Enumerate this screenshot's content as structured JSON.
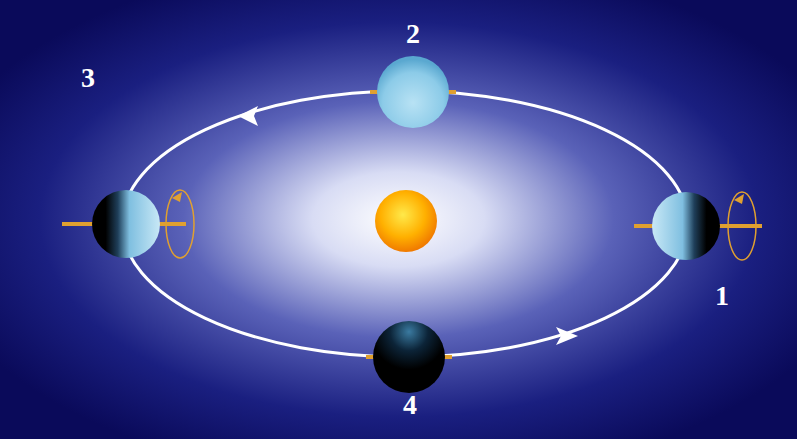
{
  "diagram": {
    "labels": [
      "2",
      "3",
      "1",
      "4"
    ]
  }
}
